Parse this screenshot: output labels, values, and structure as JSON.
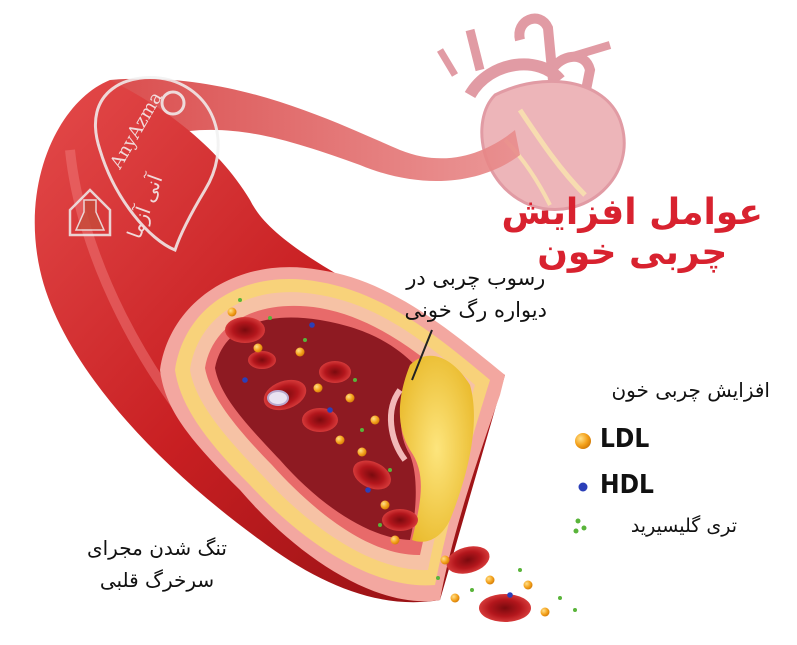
{
  "title": {
    "line1": "عوامل افزایش",
    "line2": "چربی خون",
    "color": "#d8222f"
  },
  "deposit_label": {
    "line1": "رسوب چربی در",
    "line2": "دیواره رگ خونی"
  },
  "legend": {
    "title": "افزایش چربی خون",
    "items": [
      {
        "label": "LDL",
        "icon": "orange-dot-icon",
        "color": "#f4a21c"
      },
      {
        "label": "HDL",
        "icon": "blue-dot-icon",
        "color": "#2b3fb8"
      },
      {
        "label": "تری گلیسیرید",
        "icon": "green-dots-icon",
        "color": "#59b43a"
      }
    ]
  },
  "narrowing_label": {
    "line1": "تنگ شدن مجرای",
    "line2": "سرخرگ قلبی"
  },
  "watermark": {
    "text_latin": "AnyAzma",
    "text_persian": "آنی آزما"
  }
}
